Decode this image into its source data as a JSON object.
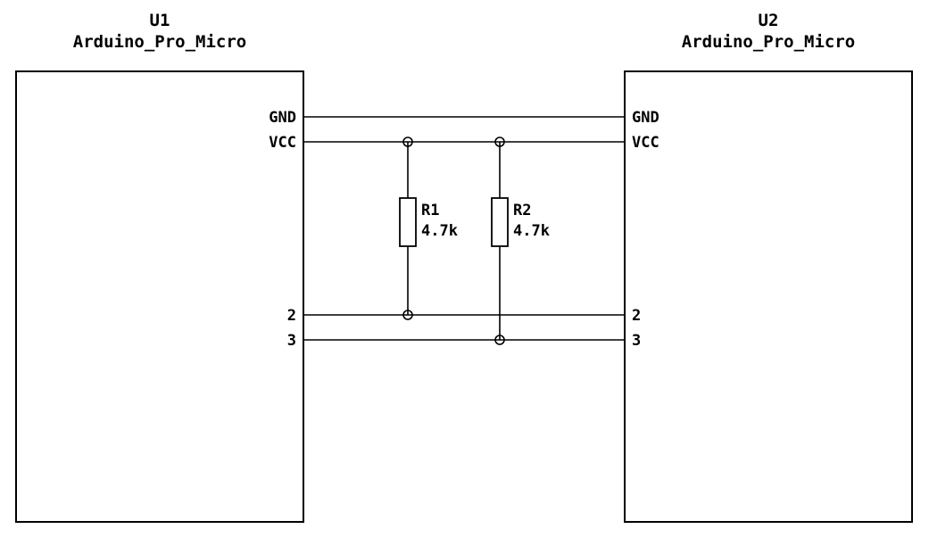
{
  "schematic": {
    "components": [
      {
        "ref": "U1",
        "value": "Arduino_Pro_Micro",
        "pins": {
          "gnd": "GND",
          "vcc": "VCC",
          "p2": "2",
          "p3": "3"
        }
      },
      {
        "ref": "U2",
        "value": "Arduino_Pro_Micro",
        "pins": {
          "gnd": "GND",
          "vcc": "VCC",
          "p2": "2",
          "p3": "3"
        }
      }
    ],
    "resistors": [
      {
        "ref": "R1",
        "value": "4.7k"
      },
      {
        "ref": "R2",
        "value": "4.7k"
      }
    ],
    "colors": {
      "line": "#000000",
      "background": "#ffffff"
    }
  }
}
